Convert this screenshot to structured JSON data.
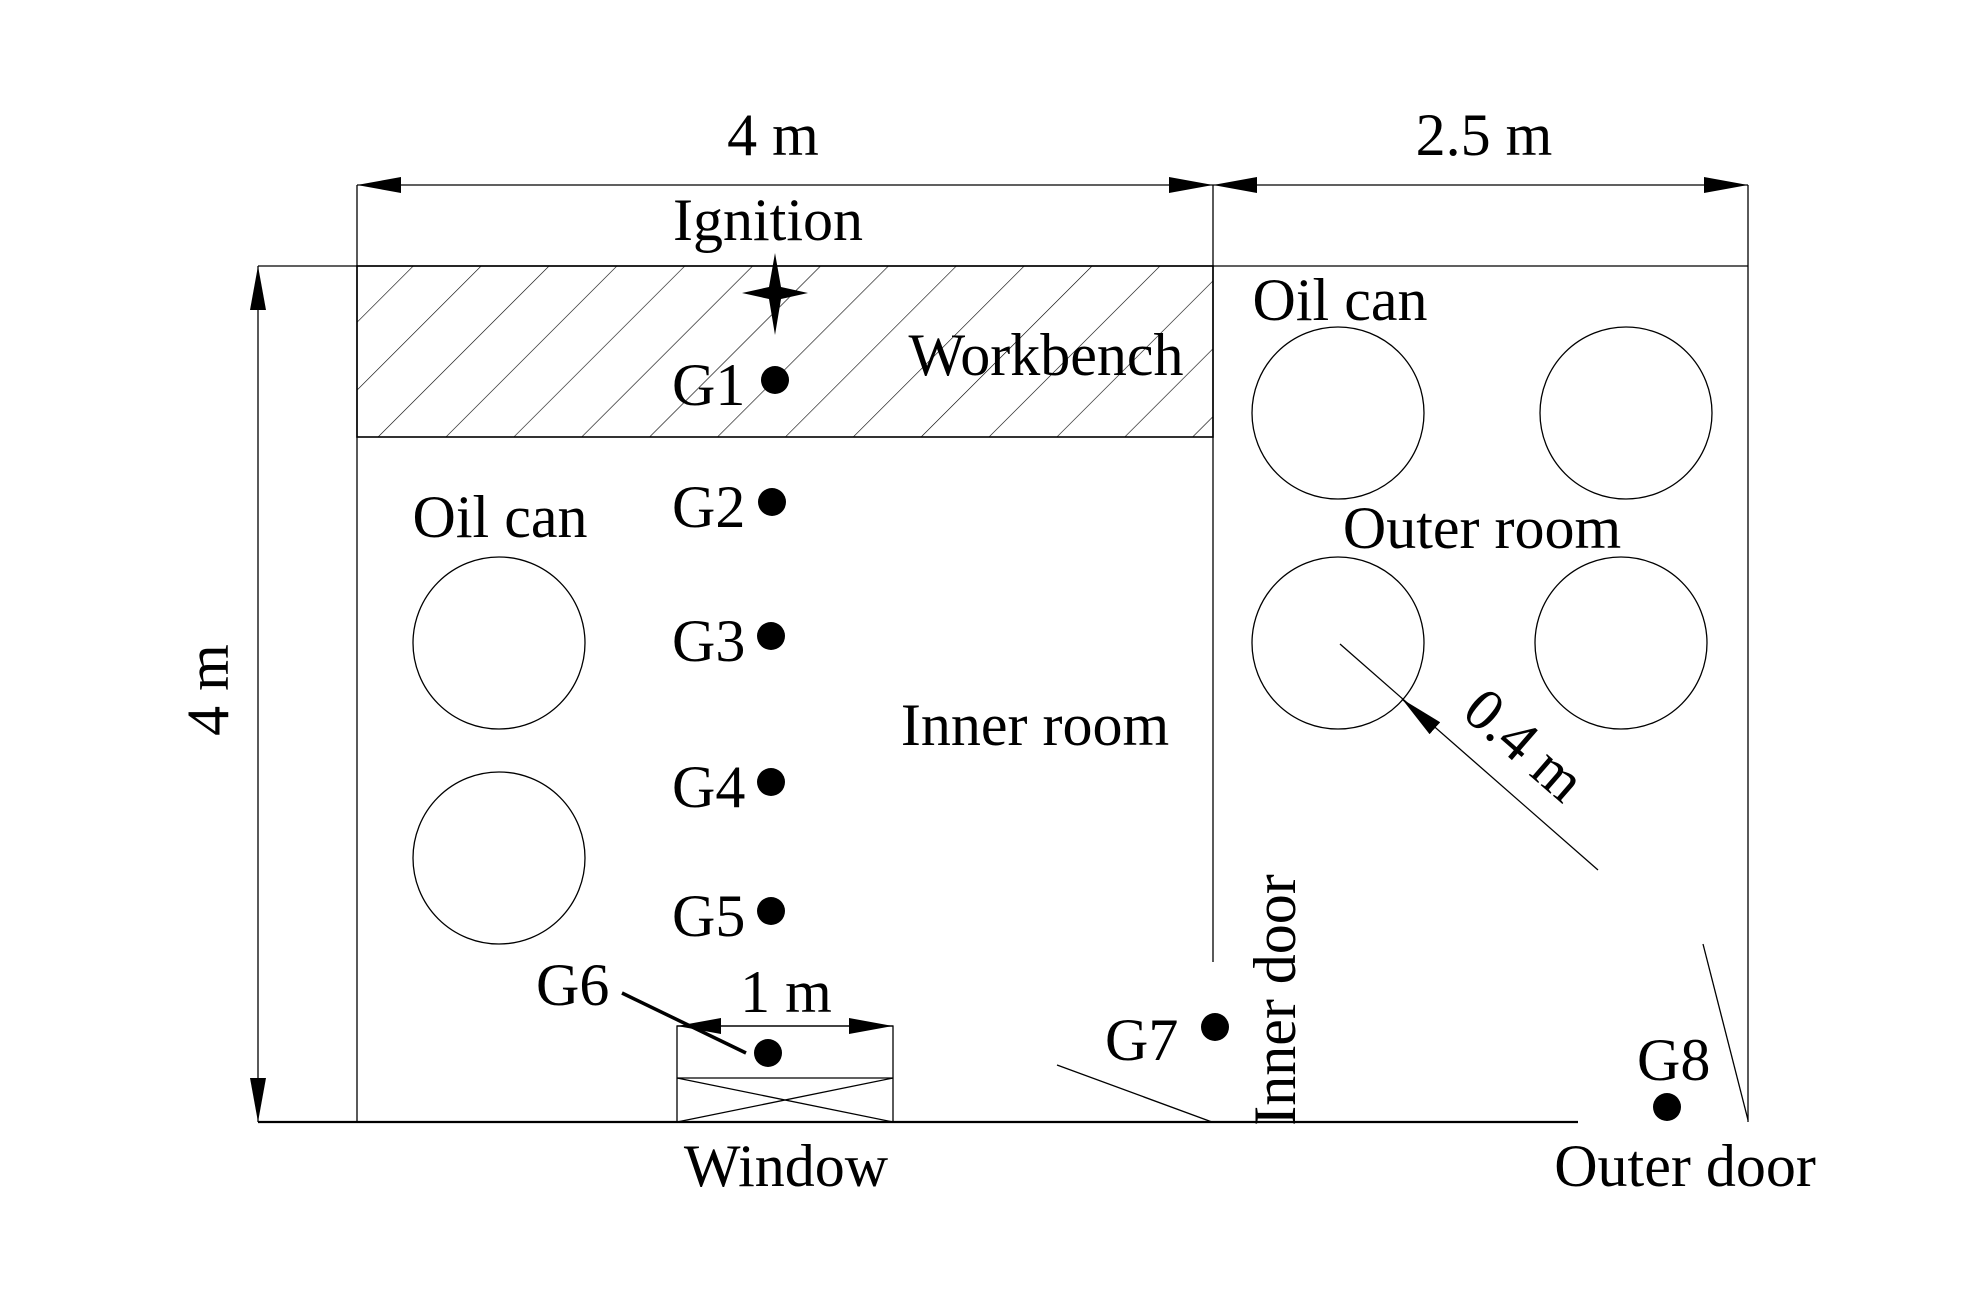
{
  "diagram": {
    "dimensions": {
      "inner_width": "4 m",
      "outer_width": "2.5 m",
      "height": "4 m",
      "window_width": "1 m",
      "oil_can_radius": "0.4 m"
    },
    "labels": {
      "ignition": "Ignition",
      "workbench": "Workbench",
      "inner_room": "Inner room",
      "outer_room": "Outer room",
      "oil_can_inner": "Oil can",
      "oil_can_outer": "Oil can",
      "window": "Window",
      "inner_door": "Inner door",
      "outer_door": "Outer door"
    },
    "sensors": [
      "G1",
      "G2",
      "G3",
      "G4",
      "G5",
      "G6",
      "G7",
      "G8"
    ],
    "icons": {
      "ignition": "four-point-star-icon",
      "sensor": "filled-dot-icon",
      "oil_can": "circle-outline-icon"
    }
  }
}
